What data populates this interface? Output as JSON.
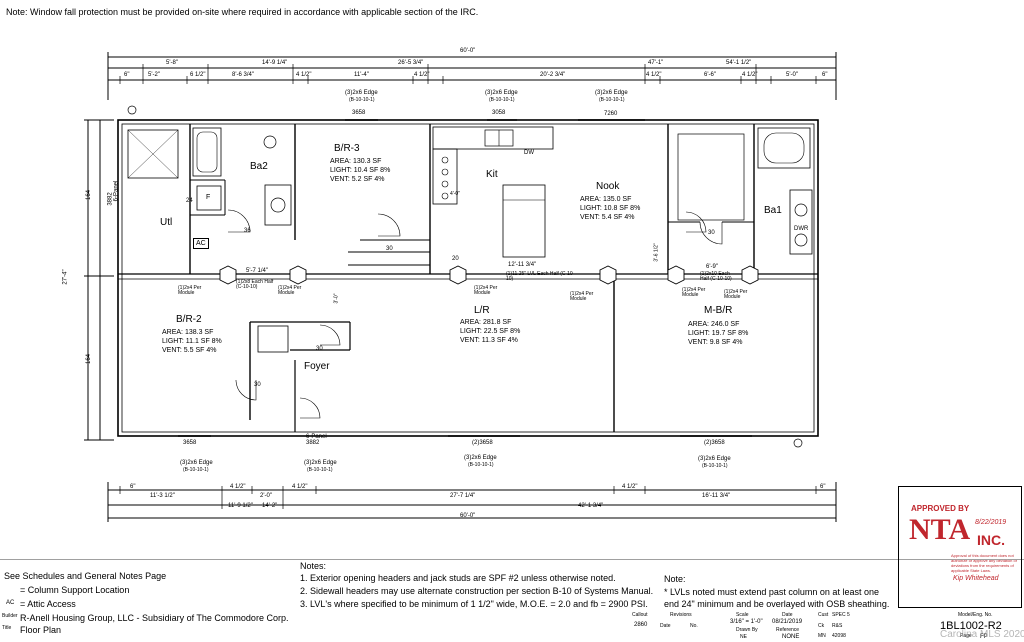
{
  "top_note": "Note:  Window fall protection must be provided on-site where required in accordance with applicable section of the IRC.",
  "dims_top": {
    "overall": "60'-0\"",
    "row2": [
      "5'-8\"",
      "14'-9 1/4\"",
      "26'-5 3/4\"",
      "47'-1\"",
      "54'-1 1/2\""
    ],
    "row3": [
      "6\"",
      "5'-2\"",
      "6 1/2\"",
      "8'-6 3/4\"",
      "4 1/2\"",
      "11'-4\"",
      "4 1/2\"",
      "20'-2 3/4\"",
      "4 1/2\"",
      "6'-6\"",
      "4 1/2\"",
      "5'-0\"",
      "6\""
    ]
  },
  "dims_left": [
    "3882",
    "164",
    "27'-4\"",
    "164",
    "6-Panel"
  ],
  "windows_top": [
    {
      "size": "3658",
      "header": "(3)2x6 Edge",
      "ref": "(B-10-10-1)"
    },
    {
      "size": "3058",
      "header": "(3)2x6 Edge",
      "ref": "(B-10-10-1)"
    },
    {
      "size": "7260",
      "header": "(3)2x6 Edge",
      "ref": "(B-10-10-1)"
    }
  ],
  "windows_bottom": [
    {
      "size": "3658",
      "header": "(3)2x6 Edge",
      "ref": "(B-10-10-1)"
    },
    {
      "size": "6-Panel 3882",
      "header": "(3)2x6 Edge",
      "ref": "(B-10-10-1)"
    },
    {
      "size": "(2)3658",
      "header": "(3)2x6 Edge",
      "ref": "(B-10-10-1)"
    },
    {
      "size": "(2)3658",
      "header": "(3)2x6 Edge",
      "ref": "(B-10-10-1)"
    }
  ],
  "rooms": {
    "br3": {
      "name": "B/R-3",
      "area": "AREA:  130.3 SF",
      "light": "LIGHT:  10.4 SF 8%",
      "vent": "VENT:  5.2 SF 4%"
    },
    "nook": {
      "name": "Nook",
      "area": "AREA:  135.0 SF",
      "light": "LIGHT:  10.8 SF 8%",
      "vent": "VENT:  5.4 SF 4%"
    },
    "br2": {
      "name": "B/R-2",
      "area": "AREA:  138.3 SF",
      "light": "LIGHT:  11.1 SF 8%",
      "vent": "VENT:  5.5 SF 4%"
    },
    "lr": {
      "name": "L/R",
      "area": "AREA:  281.8 SF",
      "light": "LIGHT:  22.5 SF 8%",
      "vent": "VENT:  11.3 SF 4%"
    },
    "mbr": {
      "name": "M-B/R",
      "area": "AREA:  246.0 SF",
      "light": "LIGHT:  19.7 SF 8%",
      "vent": "VENT:  9.8 SF 4%"
    },
    "ba2": "Ba2",
    "ba1": "Ba1",
    "utl": "Utl",
    "kit": "Kit",
    "foyer": "Foyer",
    "dw": "DW",
    "dwr": "DWR",
    "ac": "AC",
    "f": "F"
  },
  "plan_labels": {
    "col_support": "(1)2x4 Per Module",
    "lvl_half": "(1)11.25\" LVL Each Half (C-10-10)",
    "each_half_1": "(1)2x8 Each Half (C-10-10)",
    "each_half_2": "(1)2x10 Each Half (C-10-10)",
    "dim_a": "5'-7 1/4\"",
    "dim_b": "12'-11 3/4\"",
    "dim_c": "6'-9\"",
    "dim_d": "3'-6 1/2\"",
    "dim_e": "4'-0\"",
    "dim_f": "3'-0\"",
    "door_30": "30",
    "door_36": "36",
    "door_24": "24",
    "door_20": "20"
  },
  "dims_bottom": {
    "row1": [
      "6\"",
      "11'-3 1/2\"",
      "4 1/2\"",
      "2'-0\"",
      "4 1/2\"",
      "27'-7 1/4\"",
      "4 1/2\"",
      "16'-11 3/4\"",
      "6\""
    ],
    "row2": [
      "11'-9 1/2\"",
      "14'-2\"",
      "42'-1 3/4\""
    ],
    "overall": "60'-0\""
  },
  "legend": {
    "line1": "See Schedules and General Notes Page",
    "line2": "= Column Support Location",
    "line3": "= Attic Access",
    "ac": "AC"
  },
  "notes": {
    "title": "Notes:",
    "items": [
      "1. Exterior opening headers and jack studs are SPF #2 unless otherwise noted.",
      "2. Sidewall headers may use alternate construction per section B-10 of Systems Manual.",
      "3. LVL's where specified to be minimum of 1 1/2\" wide, M.O.E. = 2.0 and fb = 2900 PSI."
    ]
  },
  "note2": {
    "title": "Note:",
    "lines": [
      "* LVLs noted must extend past column on at least one",
      "end 24\" minimum and be overlayed with OSB sheathing."
    ]
  },
  "stamp": {
    "approved": "APPROVED BY",
    "logo": "NTA",
    "inc": "INC.",
    "date": "8/22/2019",
    "fine": "Approval of this document does not authorize or approve any deviation or deviations from the requirements of applicable State Laws.",
    "signer": "Kip Whitehead"
  },
  "title_block": {
    "builder_label": "Builder",
    "builder": "R-Anell Housing Group, LLC - Subsidiary of The Commodore Corp.",
    "title_label": "Title",
    "title": "Floor Plan",
    "callout_label": "Callout",
    "callout": "2860",
    "revisions_label": "Revisions",
    "date_label": "Date",
    "no_label": "No.",
    "scale_label": "Scale",
    "scale": "3/16\" = 1'-0\"",
    "drawn_label": "Drawn By",
    "drawn": "NE",
    "date2_label": "Date",
    "date2": "08/21/2019",
    "reference_label": "Reference",
    "reference": "NONE",
    "cust_label": "Cust",
    "cust": "SPEC 5",
    "ck_label": "Ck",
    "ck": "R&S",
    "mn_label": "MN",
    "mn": "42098",
    "model_label": "Model/Eng. No.",
    "model": "1BL1002-R2",
    "page_label": "Page",
    "page": "FP"
  },
  "watermark": "Carolina MLS 2020"
}
